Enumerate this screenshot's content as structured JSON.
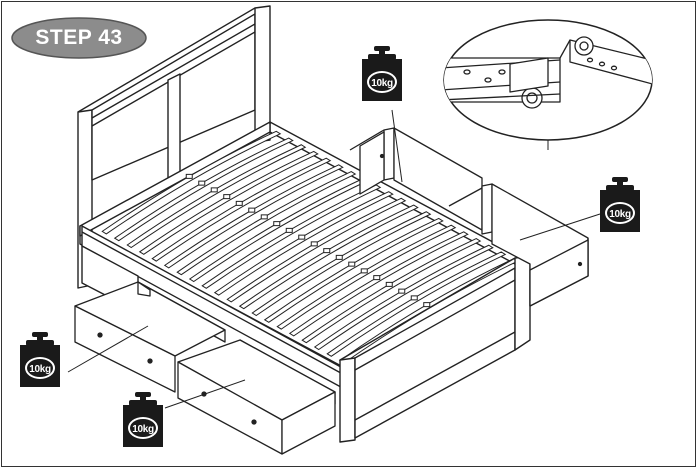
{
  "step": {
    "label": "STEP 43"
  },
  "weights": [
    {
      "label": "10kg"
    },
    {
      "label": "10kg"
    },
    {
      "label": "10kg"
    },
    {
      "label": "10kg"
    }
  ],
  "colors": {
    "badge": "#8c8c8c",
    "weight_body": "#1a1a1a",
    "line": "#222222"
  }
}
